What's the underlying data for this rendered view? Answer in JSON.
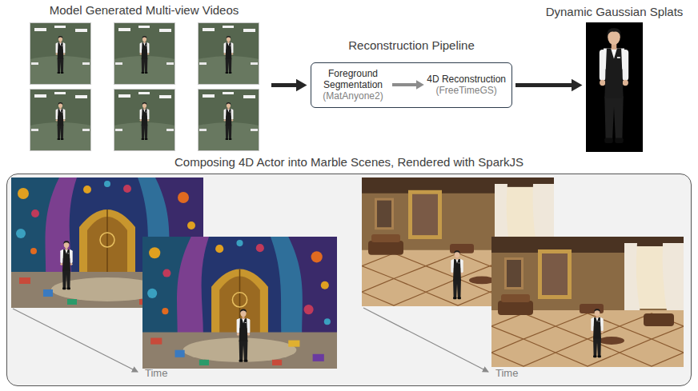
{
  "diagram": {
    "nodes": [
      {
        "text": [
          "Model Generated Multi-view Videos"
        ]
      },
      {
        "text": [
          "Reconstruction Pipeline"
        ]
      },
      {
        "text": [
          "Foreground Segmentation",
          "(MatAnyone2)"
        ],
        "in": 1
      },
      {
        "text": [
          "4D Reconstruction",
          "(FreeTimeGS)"
        ],
        "in": 1
      },
      {
        "text": [
          "Dynamic Gaussian Splats"
        ]
      },
      {
        "text": [
          "Composing 4D Actor into Marble Scenes, Rendered with SparkJS"
        ]
      }
    ],
    "edges": [
      {
        "from": 0,
        "to": 1,
        "arrow": "to"
      },
      {
        "from": 2,
        "to": 3,
        "arrow": "to"
      },
      {
        "from": 1,
        "to": 4,
        "arrow": "to"
      }
    ],
    "labels": [
      "Time",
      "Time"
    ]
  }
}
